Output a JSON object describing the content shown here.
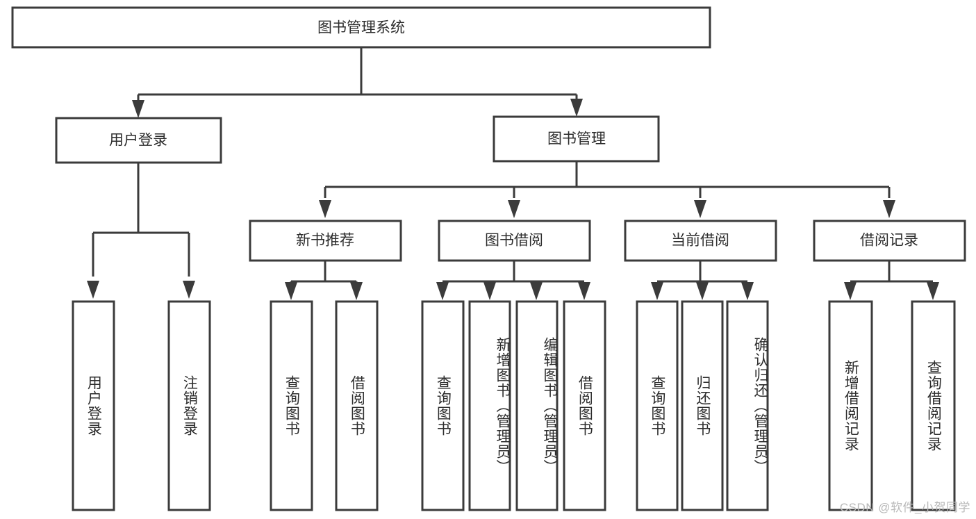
{
  "diagram": {
    "title": "图书管理系统",
    "type": "function-structure-tree",
    "orientation": "top-down",
    "levels": 4,
    "colors": {
      "background": "#ffffff",
      "box_fill": "#ffffff",
      "box_stroke": "#3b3b3b",
      "connector": "#3b3b3b",
      "text": "#2d2d2d",
      "watermark": "#b9b9b9"
    },
    "root": {
      "label": "图书管理系统"
    },
    "level2": [
      {
        "label": "用户登录"
      },
      {
        "label": "图书管理"
      }
    ],
    "level3": [
      {
        "label": "新书推荐"
      },
      {
        "label": "图书借阅"
      },
      {
        "label": "当前借阅"
      },
      {
        "label": "借阅记录"
      }
    ],
    "leaves": {
      "user_login": [
        {
          "label": "用户登录"
        },
        {
          "label": "注销登录"
        }
      ],
      "new_book_recommend": [
        {
          "label": "查询图书"
        },
        {
          "label": "借阅图书"
        }
      ],
      "book_borrow": [
        {
          "label": "查询图书"
        },
        {
          "label": "新增图书（管理员）"
        },
        {
          "label": "编辑图书（管理员）"
        },
        {
          "label": "借阅图书"
        }
      ],
      "current_borrow": [
        {
          "label": "查询图书"
        },
        {
          "label": "归还图书"
        },
        {
          "label": "确认归还（管理员）"
        }
      ],
      "borrow_record": [
        {
          "label": "新增借阅记录"
        },
        {
          "label": "查询借阅记录"
        }
      ]
    }
  },
  "watermark": {
    "text": "CSDN @软件_小贺同学"
  }
}
